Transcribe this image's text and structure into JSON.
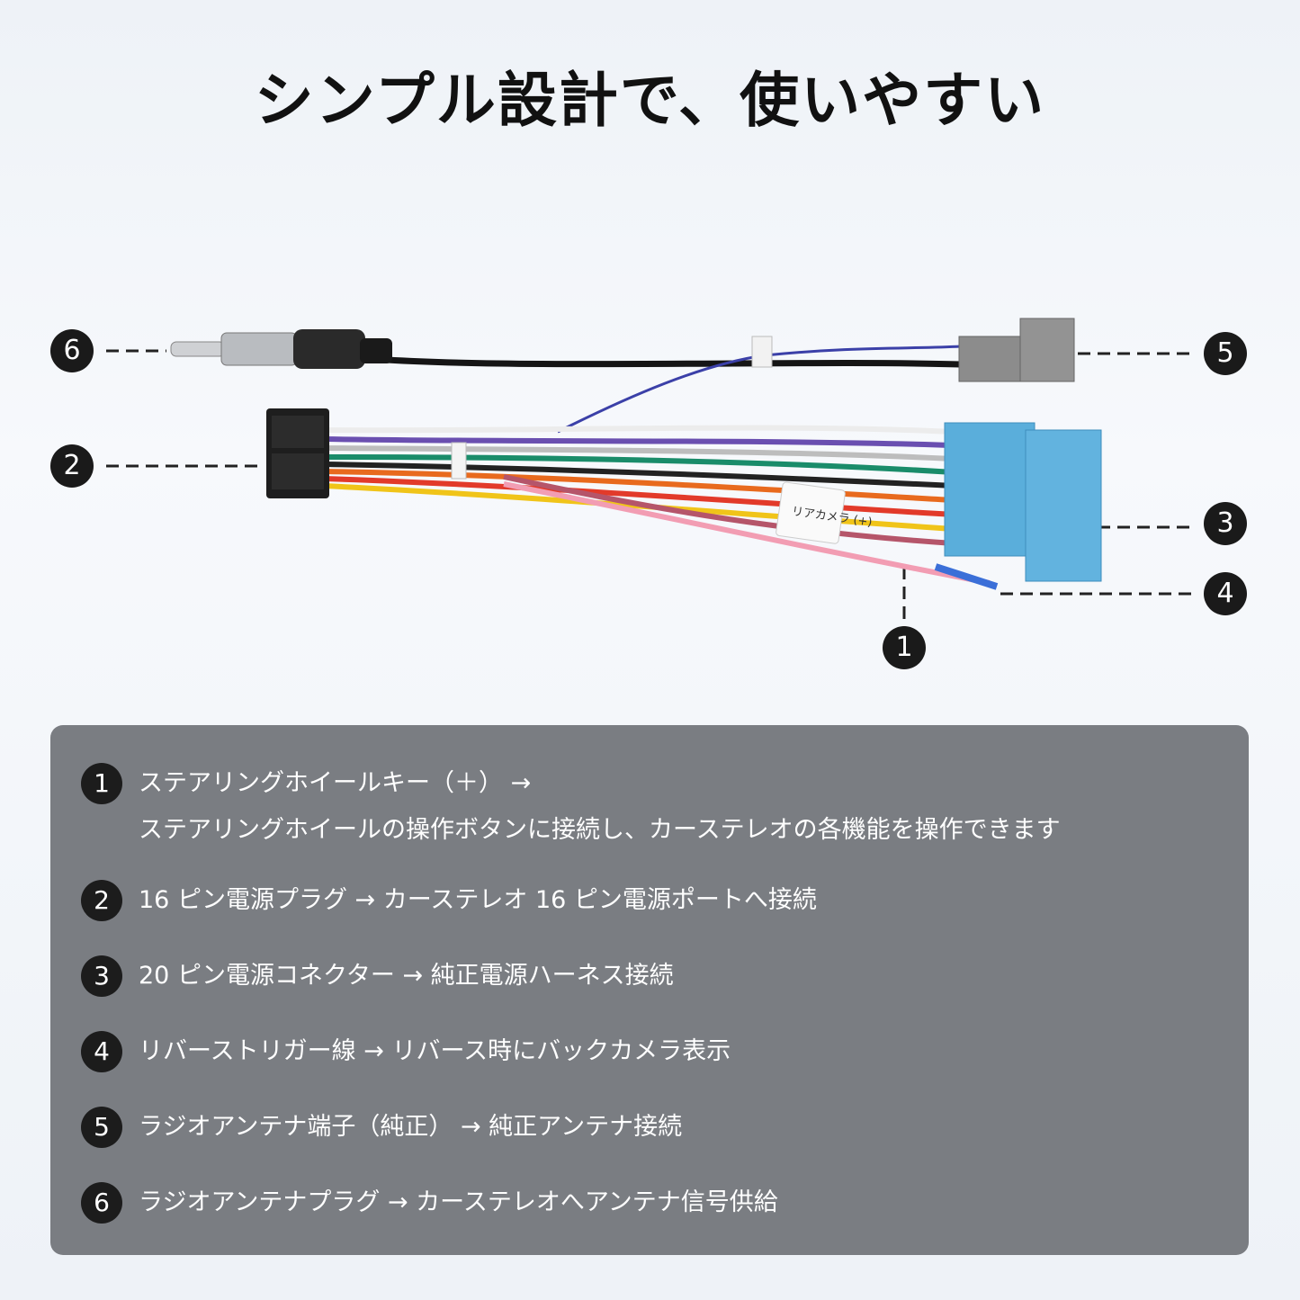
{
  "title": "シンプル設計で、使いやすい",
  "labels": [
    "1",
    "2",
    "3",
    "4",
    "5",
    "6"
  ],
  "connector_label": "リアカメラ (+)",
  "items": [
    {
      "num": "1",
      "text": "ステアリングホイールキー（＋） →",
      "text2": "ステアリングホイールの操作ボタンに接続し、カーステレオの各機能を操作できます"
    },
    {
      "num": "2",
      "text": "16 ピン電源プラグ → カーステレオ 16 ピン電源ポートへ接続"
    },
    {
      "num": "3",
      "text": "20 ピン電源コネクター → 純正電源ハーネス接続"
    },
    {
      "num": "4",
      "text": "リバーストリガー線 → リバース時にバックカメラ表示"
    },
    {
      "num": "5",
      "text": "ラジオアンテナ端子（純正） → 純正アンテナ接続"
    },
    {
      "num": "6",
      "text": "ラジオアンテナプラグ → カーステレオへアンテナ信号供給"
    }
  ],
  "colors": {
    "panel": "#7a7d82",
    "badge": "#1a1a1a",
    "blue_connector": "#5aaedb",
    "gray_connector": "#8a8a8a"
  }
}
